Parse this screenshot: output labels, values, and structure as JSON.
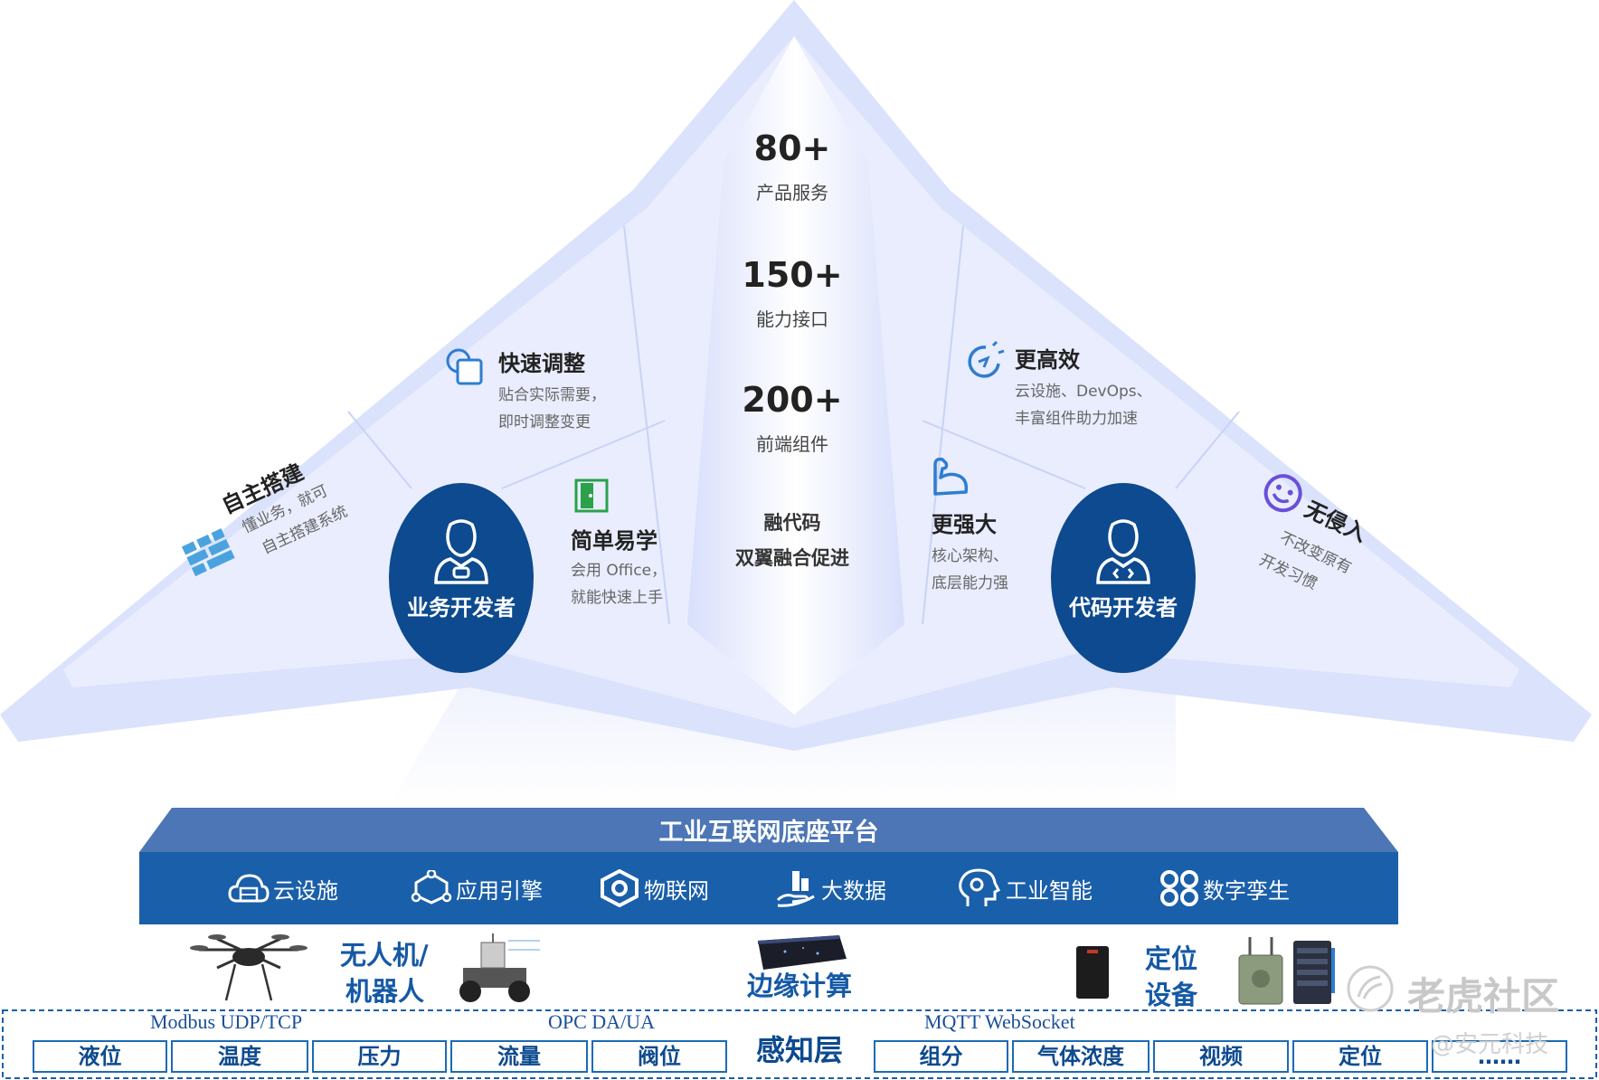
{
  "colors": {
    "wing_light": "#e6ebfd",
    "wing_mid": "#d3dbfb",
    "oval": "#0d4a8f",
    "platform_top": "#4c76b5",
    "platform_body": "#1a5fa9",
    "cell_border": "#1a6bb3",
    "accent_text": "#1559a6"
  },
  "center_stats": [
    {
      "num": "80+",
      "label": "产品服务"
    },
    {
      "num": "150+",
      "label": "能力接口"
    },
    {
      "num": "200+",
      "label": "前端组件"
    }
  ],
  "center_slogan": [
    "融代码",
    "双翼融合促进"
  ],
  "left_features": {
    "quick_adjust": {
      "title": "快速调整",
      "desc": [
        "贴合实际需要，",
        "即时调整变更"
      ],
      "icon": "overlap-squares-icon"
    },
    "easy_learn": {
      "title": "简单易学",
      "desc": [
        "会用 Office，",
        "就能快速上手"
      ],
      "icon": "door-icon"
    },
    "self_build": {
      "title": "自主搭建",
      "desc": [
        "懂业务，就可",
        "自主搭建系统"
      ],
      "icon": "blocks-icon"
    }
  },
  "right_features": {
    "efficient": {
      "title": "更高效",
      "desc": [
        "云设施、DevOps、",
        "丰富组件助力加速"
      ],
      "icon": "speed-gauge-icon"
    },
    "powerful": {
      "title": "更强大",
      "desc": [
        "核心架构、",
        "底层能力强"
      ],
      "icon": "muscle-arm-icon"
    },
    "non_invasive": {
      "title": "无侵入",
      "desc": [
        "不改变原有",
        "开发习惯"
      ],
      "icon": "smiley-icon"
    }
  },
  "developers": {
    "business": "业务开发者",
    "code": "代码开发者"
  },
  "platform": {
    "title": "工业互联网底座平台",
    "modules": [
      {
        "label": "云设施",
        "icon": "cloud-server-icon"
      },
      {
        "label": "应用引擎",
        "icon": "engine-network-icon"
      },
      {
        "label": "物联网",
        "icon": "iot-hexagon-icon"
      },
      {
        "label": "大数据",
        "icon": "data-hand-icon"
      },
      {
        "label": "工业智能",
        "icon": "ai-head-icon"
      },
      {
        "label": "数字孪生",
        "icon": "twin-rings-icon"
      }
    ]
  },
  "devices": {
    "drone_robot": [
      "无人机/",
      "机器人"
    ],
    "edge": "边缘计算",
    "positioning": [
      "定位",
      "设备"
    ]
  },
  "protocols": [
    "Modbus UDP/TCP",
    "OPC DA/UA",
    "MQTT   WebSocket"
  ],
  "sense_layer": {
    "title": "感知层",
    "left_cells": [
      "液位",
      "温度",
      "压力",
      "流量",
      "阀位"
    ],
    "right_cells": [
      "组分",
      "气体浓度",
      "视频",
      "定位",
      "……"
    ]
  },
  "watermark": {
    "top": "老虎社区",
    "bottom": "@安元科技"
  }
}
